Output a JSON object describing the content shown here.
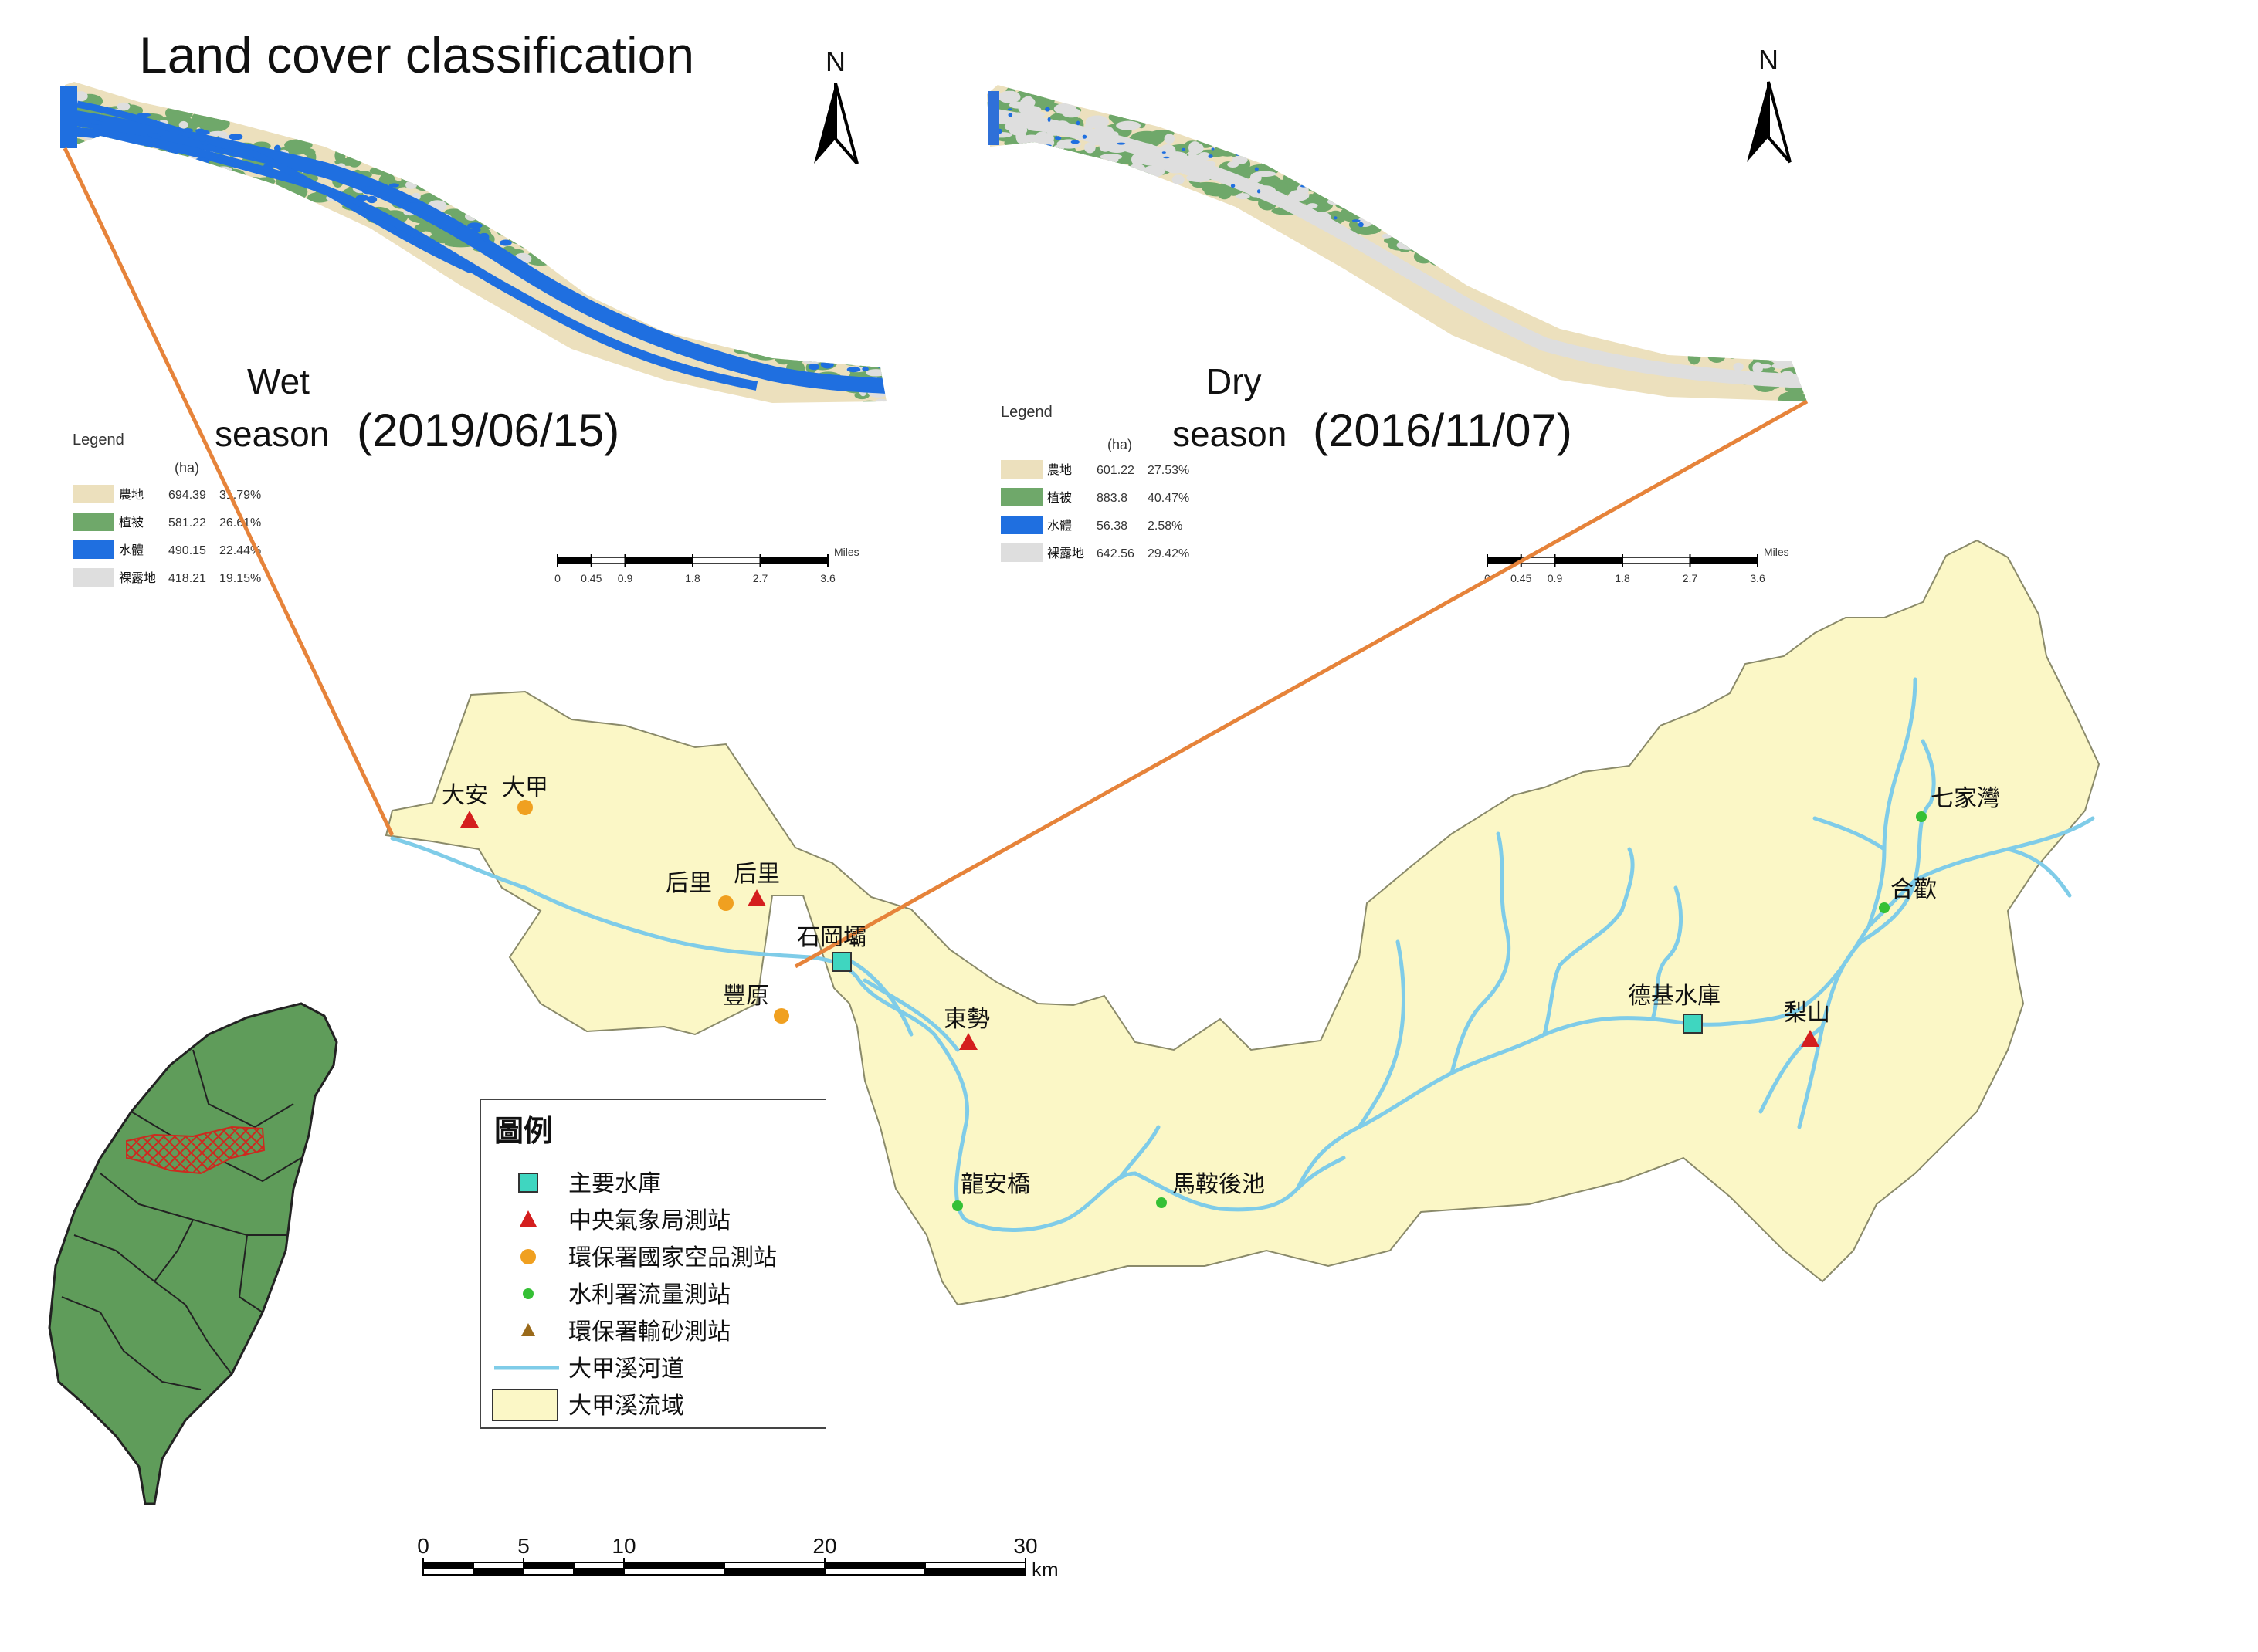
{
  "title": "Land cover classification",
  "colors": {
    "farmland": "#ece0bd",
    "vegetation": "#6fa86a",
    "water": "#1f6fe0",
    "bare": "#dedede",
    "basin": "#fbf7c6",
    "basin_border": "#8a8a6a",
    "river": "#7fcce8",
    "taiwan": "#5f9c5a",
    "highlight": "#cc2a1f",
    "connector": "#e6833a"
  },
  "wet": {
    "season_word1": "Wet",
    "season_word2": "season",
    "date": "(2019/06/15)",
    "north": "N",
    "legend_title": "Legend",
    "unit": "(ha)",
    "rows": [
      {
        "label": "農地",
        "value": "694.39",
        "pct": "31.79%",
        "color": "#ece0bd"
      },
      {
        "label": "植被",
        "value": "581.22",
        "pct": "26.61%",
        "color": "#6fa86a"
      },
      {
        "label": "水體",
        "value": "490.15",
        "pct": "22.44%",
        "color": "#1f6fe0"
      },
      {
        "label": "裸露地",
        "value": "418.21",
        "pct": "19.15%",
        "color": "#dedede"
      }
    ],
    "scale_unit": "Miles",
    "scale_ticks": [
      "0",
      "0.45",
      "0.9",
      "1.8",
      "2.7",
      "3.6"
    ]
  },
  "dry": {
    "season_word1": "Dry",
    "season_word2": "season",
    "date": "(2016/11/07)",
    "north": "N",
    "legend_title": "Legend",
    "unit": "(ha)",
    "rows": [
      {
        "label": "農地",
        "value": "601.22",
        "pct": "27.53%",
        "color": "#ece0bd"
      },
      {
        "label": "植被",
        "value": "883.8",
        "pct": "40.47%",
        "color": "#6fa86a"
      },
      {
        "label": "水體",
        "value": "56.38",
        "pct": "2.58%",
        "color": "#1f6fe0"
      },
      {
        "label": "裸露地",
        "value": "642.56",
        "pct": "29.42%",
        "color": "#dedede"
      }
    ],
    "scale_unit": "Miles",
    "scale_ticks": [
      "0",
      "0.45",
      "0.9",
      "1.8",
      "2.7",
      "3.6"
    ]
  },
  "places": {
    "daan": "大安",
    "dajia": "大甲",
    "houli_epa": "后里",
    "houli_cwb": "后里",
    "shigang": "石岡壩",
    "fengyuan": "豐原",
    "dongshi": "東勢",
    "longan": "龍安橋",
    "maan": "馬鞍後池",
    "deji": "德基水庫",
    "lishan": "梨山",
    "qijiawan": "七家灣",
    "huanshan": "合歡"
  },
  "map_legend": {
    "title": "圖例",
    "items": [
      {
        "label": "主要水庫",
        "symbol": "reservoir",
        "color": "#3fd6c0"
      },
      {
        "label": "中央氣象局測站",
        "symbol": "triangle",
        "color": "#d41e1e"
      },
      {
        "label": "環保署國家空品測站",
        "symbol": "circle",
        "color": "#f0a020"
      },
      {
        "label": "水利署流量測站",
        "symbol": "dot",
        "color": "#35c035"
      },
      {
        "label": "環保署輸砂測站",
        "symbol": "triangle-small",
        "color": "#9a6a1a"
      },
      {
        "label": "大甲溪河道",
        "symbol": "line",
        "color": "#7fcce8"
      },
      {
        "label": "大甲溪流域",
        "symbol": "box",
        "color": "#fbf7c6"
      }
    ]
  },
  "scale": {
    "ticks": [
      "0",
      "5",
      "10",
      "20",
      "30"
    ],
    "unit": "km"
  }
}
